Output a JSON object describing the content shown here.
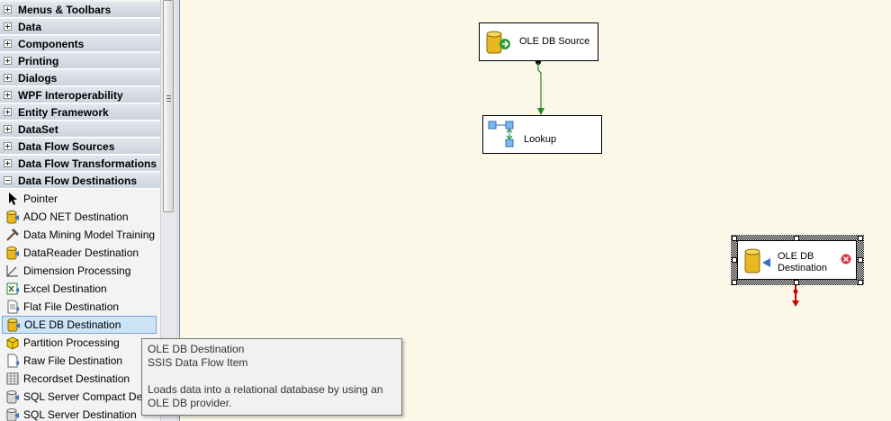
{
  "toolbox": {
    "categories": [
      {
        "label": "Menus & Toolbars",
        "expanded": false
      },
      {
        "label": "Data",
        "expanded": false
      },
      {
        "label": "Components",
        "expanded": false
      },
      {
        "label": "Printing",
        "expanded": false
      },
      {
        "label": "Dialogs",
        "expanded": false
      },
      {
        "label": "WPF Interoperability",
        "expanded": false
      },
      {
        "label": "Entity Framework",
        "expanded": false
      },
      {
        "label": "DataSet",
        "expanded": false
      },
      {
        "label": "Data Flow Sources",
        "expanded": false
      },
      {
        "label": "Data Flow Transformations",
        "expanded": false
      },
      {
        "label": "Data Flow Destinations",
        "expanded": true
      }
    ],
    "items": [
      {
        "label": "Pointer",
        "icon": "pointer-icon"
      },
      {
        "label": "ADO NET Destination",
        "icon": "ado-net-destination-icon"
      },
      {
        "label": "Data Mining Model Training",
        "icon": "data-mining-icon"
      },
      {
        "label": "DataReader Destination",
        "icon": "datareader-destination-icon"
      },
      {
        "label": "Dimension Processing",
        "icon": "dimension-processing-icon"
      },
      {
        "label": "Excel Destination",
        "icon": "excel-destination-icon"
      },
      {
        "label": "Flat File Destination",
        "icon": "flat-file-destination-icon"
      },
      {
        "label": "OLE DB Destination",
        "icon": "ole-db-destination-icon"
      },
      {
        "label": "Partition Processing",
        "icon": "partition-processing-icon"
      },
      {
        "label": "Raw File Destination",
        "icon": "raw-file-destination-icon"
      },
      {
        "label": "Recordset Destination",
        "icon": "recordset-destination-icon"
      },
      {
        "label": "SQL Server Compact Destination",
        "icon": "sql-compact-destination-icon"
      },
      {
        "label": "SQL Server Destination",
        "icon": "sql-server-destination-icon"
      }
    ],
    "selected_item": "OLE DB Destination"
  },
  "canvas": {
    "nodes": {
      "source": {
        "label": "OLE DB Source"
      },
      "lookup": {
        "label": "Lookup"
      },
      "destination": {
        "label_line1": "OLE DB",
        "label_line2": "Destination",
        "has_error": true
      }
    },
    "colors": {
      "success_path": "#1E8A1E",
      "error_path": "#CC0000",
      "canvas_bg": "#FBF8E8"
    }
  },
  "tooltip": {
    "title": "OLE DB Destination",
    "subtitle": "SSIS Data Flow Item",
    "description": "Loads data into a relational database by using an OLE DB provider."
  }
}
